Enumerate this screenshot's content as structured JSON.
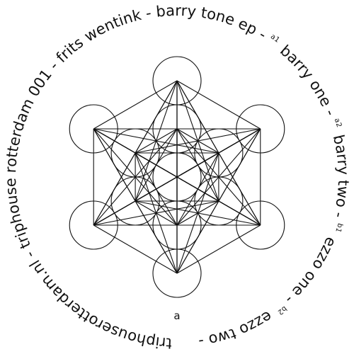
{
  "label": {
    "ring_text_main": "triphouserotterdam.nl - triphouse rotterdam 001 - frits wentink - barry tone ep - ",
    "tracks": [
      {
        "side": "a1",
        "title": "barry one"
      },
      {
        "side": "a2",
        "title": "barry two"
      },
      {
        "side": "b1",
        "title": "ezzo one"
      },
      {
        "side": "b2",
        "title": "ezzo two"
      }
    ],
    "side_mark": "a",
    "separator": " - "
  },
  "colors": {
    "ink": "#111111",
    "paper": "#ffffff"
  },
  "artwork_icon": "metatrons-cube-icon"
}
